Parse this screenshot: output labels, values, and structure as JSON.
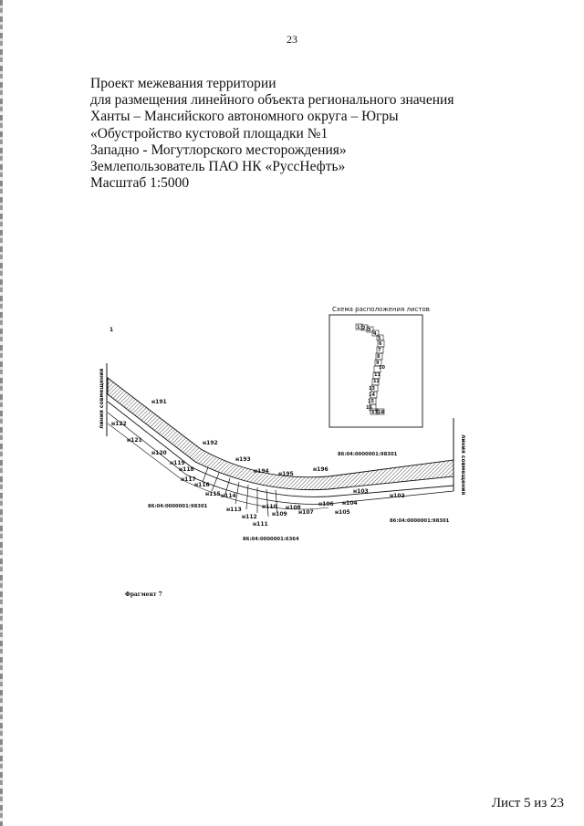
{
  "page_number": "23",
  "title_lines": [
    "Проект межевания территории",
    "для размещения линейного объекта регионального значения",
    "Ханты – Мансийского автономного округа – Югры",
    "«Обустройство кустовой площадки №1",
    "Западно - Могутлорского месторождения»",
    "Землепользователь ПАО НК «РуссНефть»",
    "Масштаб 1:5000"
  ],
  "map": {
    "north_mark": "1",
    "match_line_left": "линия совмещения",
    "match_line_right": "линия совмещения",
    "point_labels": {
      "n191": "н191",
      "n192": "н192",
      "n193": "н193",
      "n194": "н194",
      "n195": "н195",
      "n196": "н196",
      "n122": "н122",
      "n121": "н121",
      "n120": "н120",
      "n119": "н119",
      "n118": "н118",
      "n117": "н117",
      "n116": "н116",
      "n115": "н115",
      "n114": "н114",
      "n113": "н113",
      "n112": "н112",
      "n111": "н111",
      "n110": "н110",
      "n109": "н109",
      "n108": "н108",
      "n107": "н107",
      "n106": "н106",
      "n105": "н105",
      "n104": "н104",
      "n103": "н103",
      "n102": "н102"
    },
    "parcels": {
      "top_right": "86:04:0000001:98301",
      "left": "86:04:0000001:98301",
      "bottom_right": "86:04:0000001:98301",
      "bottom": "86:04:0000001:6364"
    },
    "fragment_label": "Фрагмент 7"
  },
  "inset": {
    "title": "Схема расположения листов",
    "sheet_numbers": [
      "1",
      "2",
      "3",
      "4",
      "5",
      "6",
      "7",
      "8",
      "9",
      "10",
      "11",
      "12",
      "13",
      "14",
      "15",
      "16",
      "17",
      "18"
    ]
  },
  "footer": "Лист 5 из 23"
}
